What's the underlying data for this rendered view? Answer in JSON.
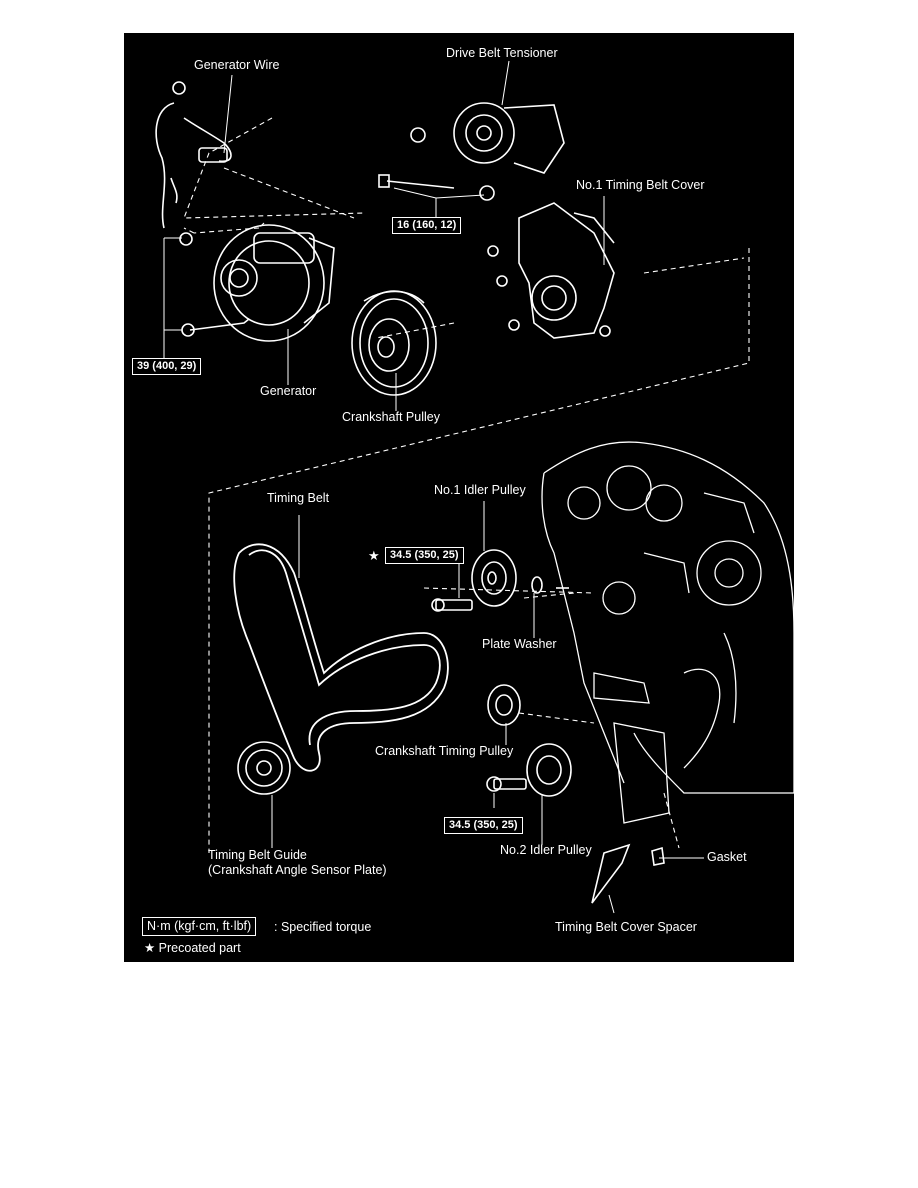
{
  "labels": {
    "generator_wire": "Generator Wire",
    "drive_belt_tensioner": "Drive Belt Tensioner",
    "no1_timing_belt_cover": "No.1 Timing Belt Cover",
    "generator": "Generator",
    "crankshaft_pulley": "Crankshaft Pulley",
    "timing_belt": "Timing Belt",
    "no1_idler_pulley": "No.1 Idler Pulley",
    "plate_washer": "Plate Washer",
    "crankshaft_timing_pulley": "Crankshaft Timing Pulley",
    "no2_idler_pulley": "No.2 Idler Pulley",
    "gasket": "Gasket",
    "timing_belt_guide_line1": "Timing Belt Guide",
    "timing_belt_guide_line2": "(Crankshaft Angle Sensor Plate)",
    "timing_belt_cover_spacer": "Timing Belt Cover Spacer"
  },
  "torques": {
    "tensioner_bolt": "16 (160, 12)",
    "generator_bolt": "39 (400, 29)",
    "idler1_bolt": "34.5 (350, 25)",
    "idler2_bolt": "34.5 (350, 25)"
  },
  "precoated_marker": "★",
  "legend": {
    "torque_units": "N·m (kgf·cm, ft·lbf)",
    "torque_desc": ": Specified torque",
    "precoated": "★ Precoated part"
  },
  "colors": {
    "background": "#000000",
    "ink": "#ffffff"
  }
}
